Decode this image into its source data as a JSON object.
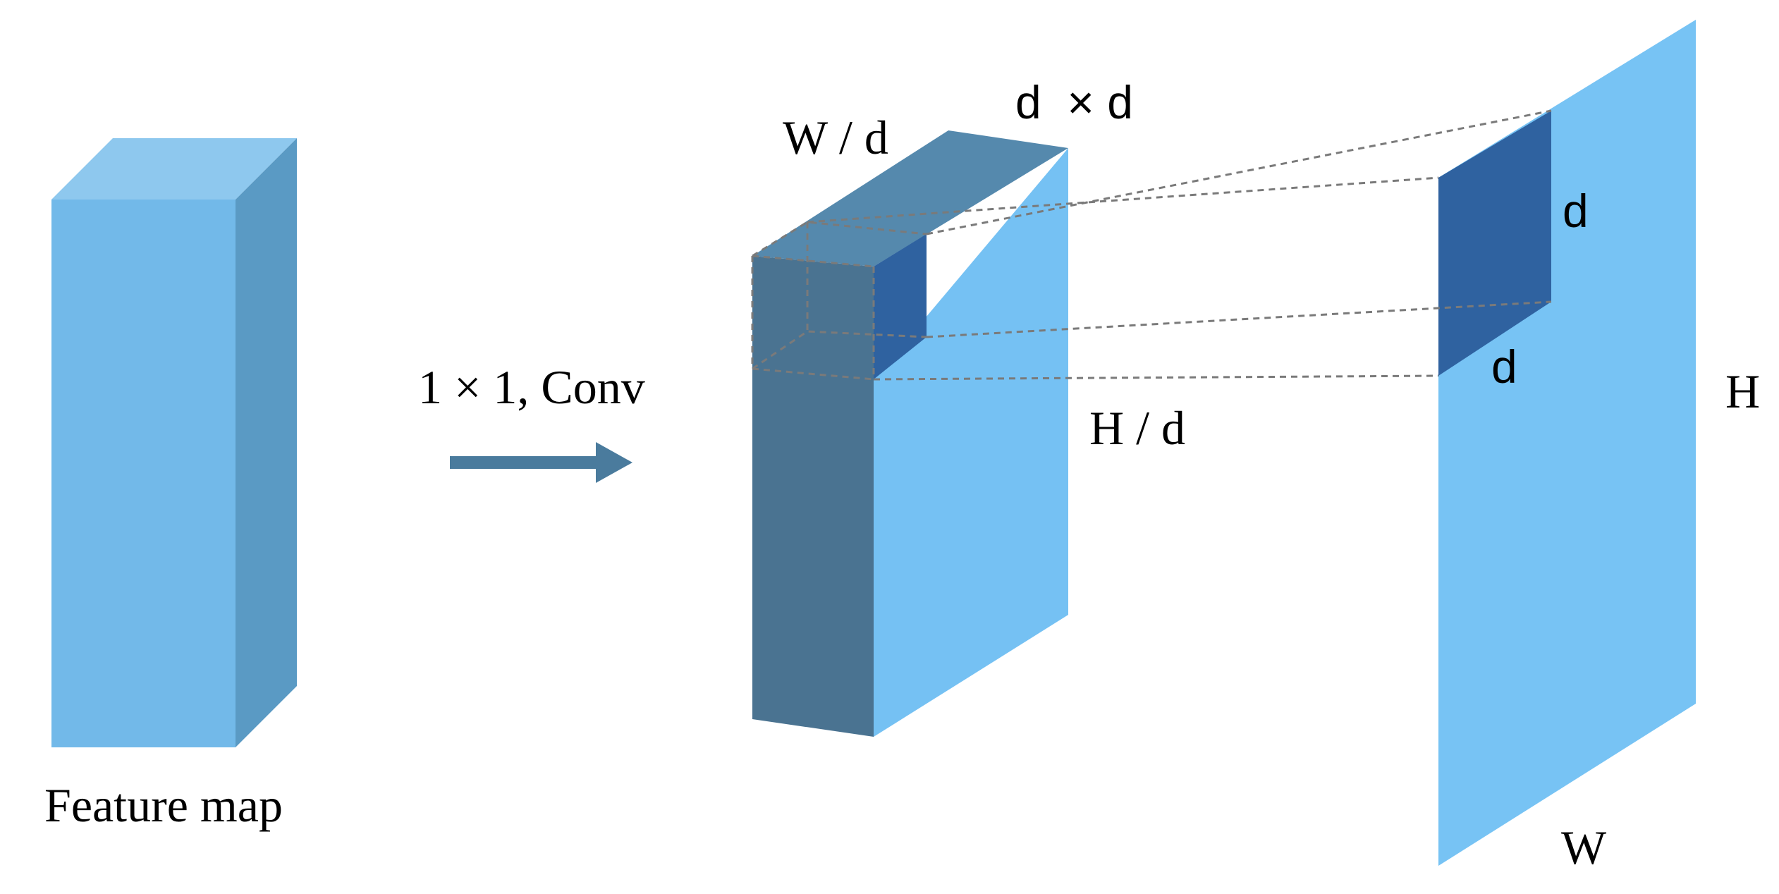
{
  "labels": {
    "feature_map": "Feature map",
    "conv_op": "1 × 1, Conv",
    "block_width": "W / d",
    "block_depth": "d  × d",
    "block_height": "H / d",
    "patch_height": "d",
    "patch_width": "d",
    "plane_height": "H",
    "plane_width": "W"
  },
  "colors": {
    "light_blue_front": "#72b9e9",
    "light_blue_top": "#8ec8ee",
    "blue_side": "#5a9ac4",
    "plane_blue": "#77c3f4",
    "dark_steel": "#4a7391",
    "dark_steel_top": "#5589ad",
    "patch_dark": "#2f62a0",
    "arrow": "#4a7b9d",
    "dashed_line": "#7a7a7a"
  },
  "icons": {
    "arrow": "right-arrow-icon"
  }
}
